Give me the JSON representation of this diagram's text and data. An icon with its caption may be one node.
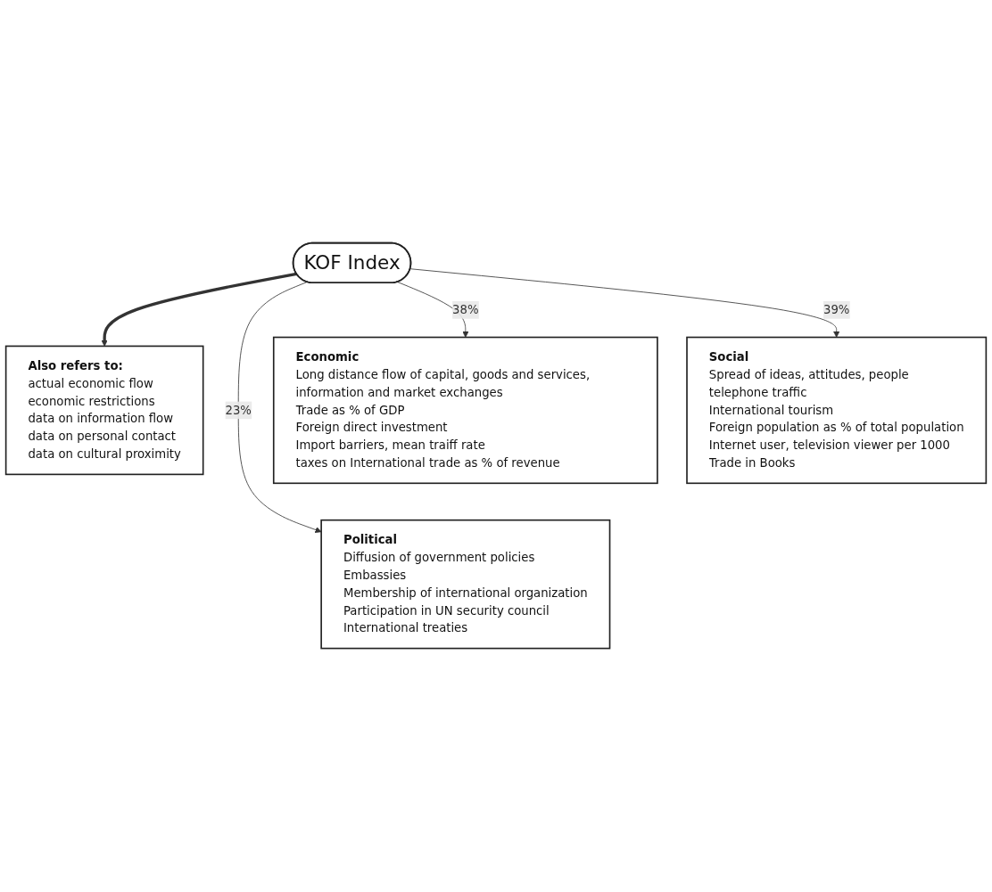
{
  "diagram": {
    "nodes": [
      {
        "text": [
          "KOF Index"
        ]
      },
      {
        "text": [
          "Also refers to:",
          "actual economic flow",
          "economic restrictions",
          "data on information flow",
          "data on personal contact",
          "data on cultural proximity"
        ]
      },
      {
        "text": [
          "Economic",
          "Long distance flow of capital, goods and services, information and market exchanges",
          "Trade as % of GDP",
          "Foreign direct investment",
          "Import barriers, mean traiff rate",
          "taxes on International trade as % of revenue"
        ]
      },
      {
        "text": [
          "Social",
          "Spread of ideas, attitudes, people",
          "telephone traffic",
          "International tourism",
          "Foreign population as % of total population",
          "Internet user, television viewer per 1000",
          "Trade in Books"
        ]
      },
      {
        "text": [
          "Political",
          "Diffusion of government policies",
          "Embassies",
          "Membership of international organization",
          "Participation in UN security council",
          "International treaties"
        ]
      }
    ],
    "edges": [
      {
        "from": 0,
        "to": 1,
        "arrow": "to",
        "style": "thick"
      },
      {
        "from": 0,
        "to": 2,
        "arrow": "to",
        "label": "38%"
      },
      {
        "from": 0,
        "to": 3,
        "arrow": "to",
        "label": "39%"
      },
      {
        "from": 0,
        "to": 4,
        "arrow": "to",
        "label": "23%"
      }
    ]
  }
}
